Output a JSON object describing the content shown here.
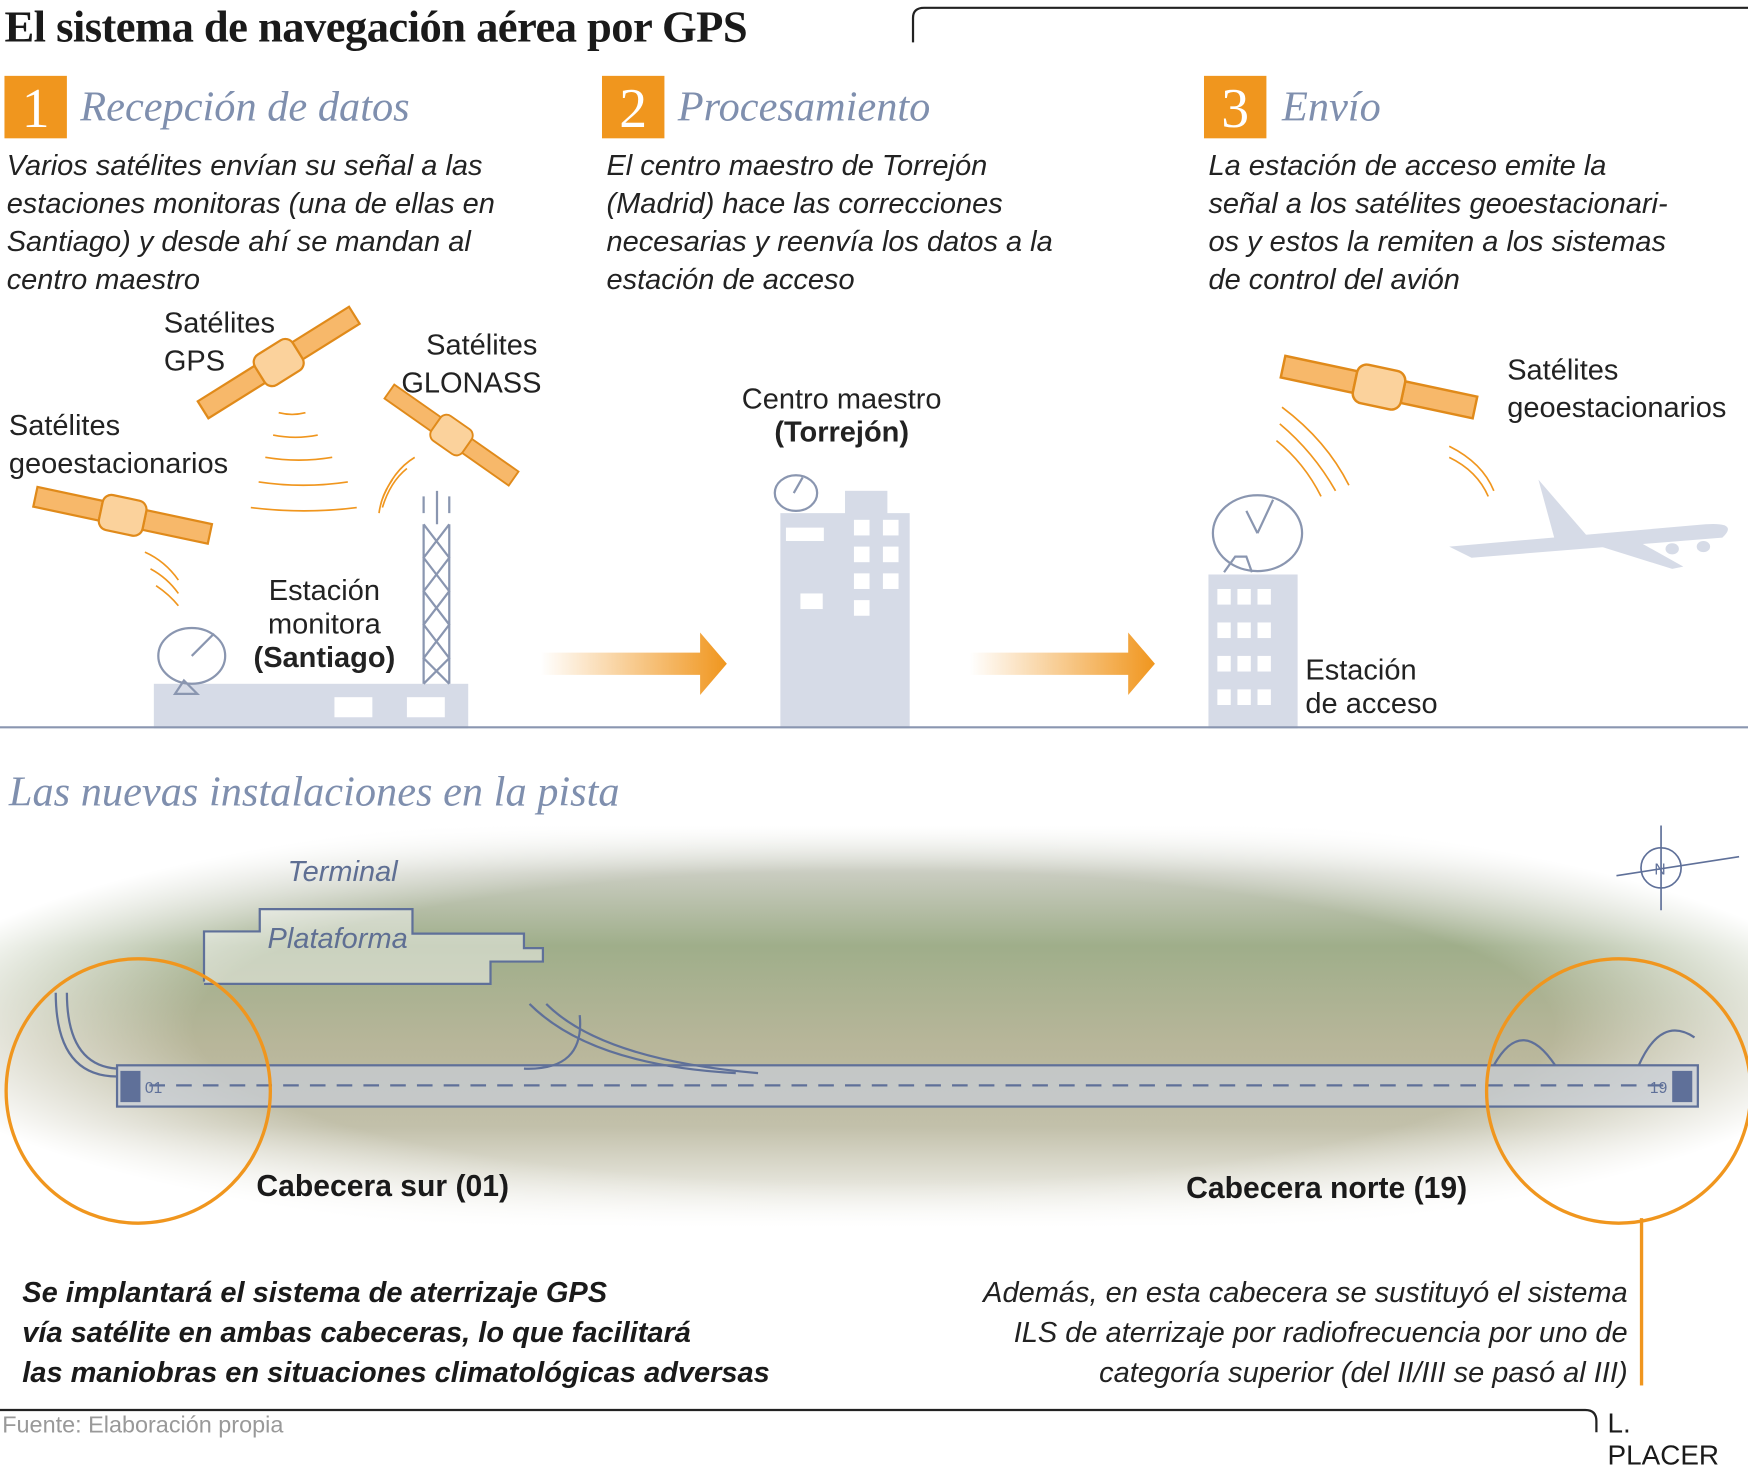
{
  "title": "El sistema de navegación aérea por GPS",
  "steps": [
    {
      "number": "1",
      "heading": "Recepción de datos",
      "text": [
        "Varios satélites envían su señal a las",
        "estaciones monitoras (una de ellas en",
        "Santiago) y desde ahí se mandan al",
        "centro maestro"
      ]
    },
    {
      "number": "2",
      "heading": "Procesamiento",
      "text": [
        "El centro maestro de Torrejón",
        "(Madrid) hace las correcciones",
        "necesarias y reenvía los datos a la",
        "estación de acceso"
      ]
    },
    {
      "number": "3",
      "heading": "Envío",
      "text": [
        "La estación de acceso emite la",
        "señal a los satélites geoestacionari-",
        "os y estos la remiten a los sistemas",
        "de control del avión"
      ]
    }
  ],
  "labels": {
    "gps": [
      "Satélites",
      "GPS"
    ],
    "glonass": [
      "Satélites",
      "GLONASS"
    ],
    "geo1": [
      "Satélites",
      "geoestacionarios"
    ],
    "monitora": [
      "Estación",
      "monitora",
      "(Santiago)"
    ],
    "centro": [
      "Centro maestro",
      "(Torrejón)"
    ],
    "geo3": [
      "Satélites",
      "geoestacionarios"
    ],
    "acceso": [
      "Estación",
      "de acceso"
    ]
  },
  "runway": {
    "section_title": "Las nuevas instalaciones en la pista",
    "terminal": "Terminal",
    "plataforma": "Plataforma",
    "south": "Cabecera sur (01)",
    "north": "Cabecera norte (19)",
    "south_marking": "01",
    "north_marking": "19",
    "compass": "N"
  },
  "notes": {
    "left": [
      "Se implantará el sistema de aterrizaje GPS",
      "vía satélite en ambas cabeceras, lo que facilitará",
      "las maniobras en situaciones climatológicas adversas"
    ],
    "right": [
      "Además, en esta cabecera se sustituyó el sistema",
      "ILS de aterrizaje por radiofrecuencia por uno de",
      "categoría superior (del II/III se pasó al III)"
    ]
  },
  "footer": {
    "source": "Fuente: Elaboración propia",
    "author": "L. PLACER"
  },
  "colors": {
    "accent": "#f0961e",
    "heading": "#7f8fae",
    "building": "#d6dbe7"
  }
}
